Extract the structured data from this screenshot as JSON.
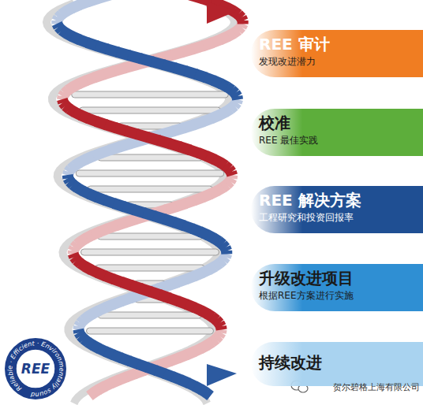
{
  "diagram": {
    "nodes": [
      {
        "text": [
          "REE 审计",
          "发现改进潜力"
        ]
      },
      {
        "text": [
          "校准",
          "REE 最佳实践"
        ]
      },
      {
        "text": [
          "REE 解决方案",
          "工程研究和投资回报率"
        ]
      },
      {
        "text": [
          "升级改进项目",
          "根据REE方案进行实施"
        ]
      },
      {
        "text": [
          "持续改进"
        ]
      },
      {
        "text": [
          "Reliable · Efficient · Environmentally sound",
          "REE"
        ]
      }
    ],
    "labels": [
      "贺尔碧格上海有限公司"
    ]
  }
}
